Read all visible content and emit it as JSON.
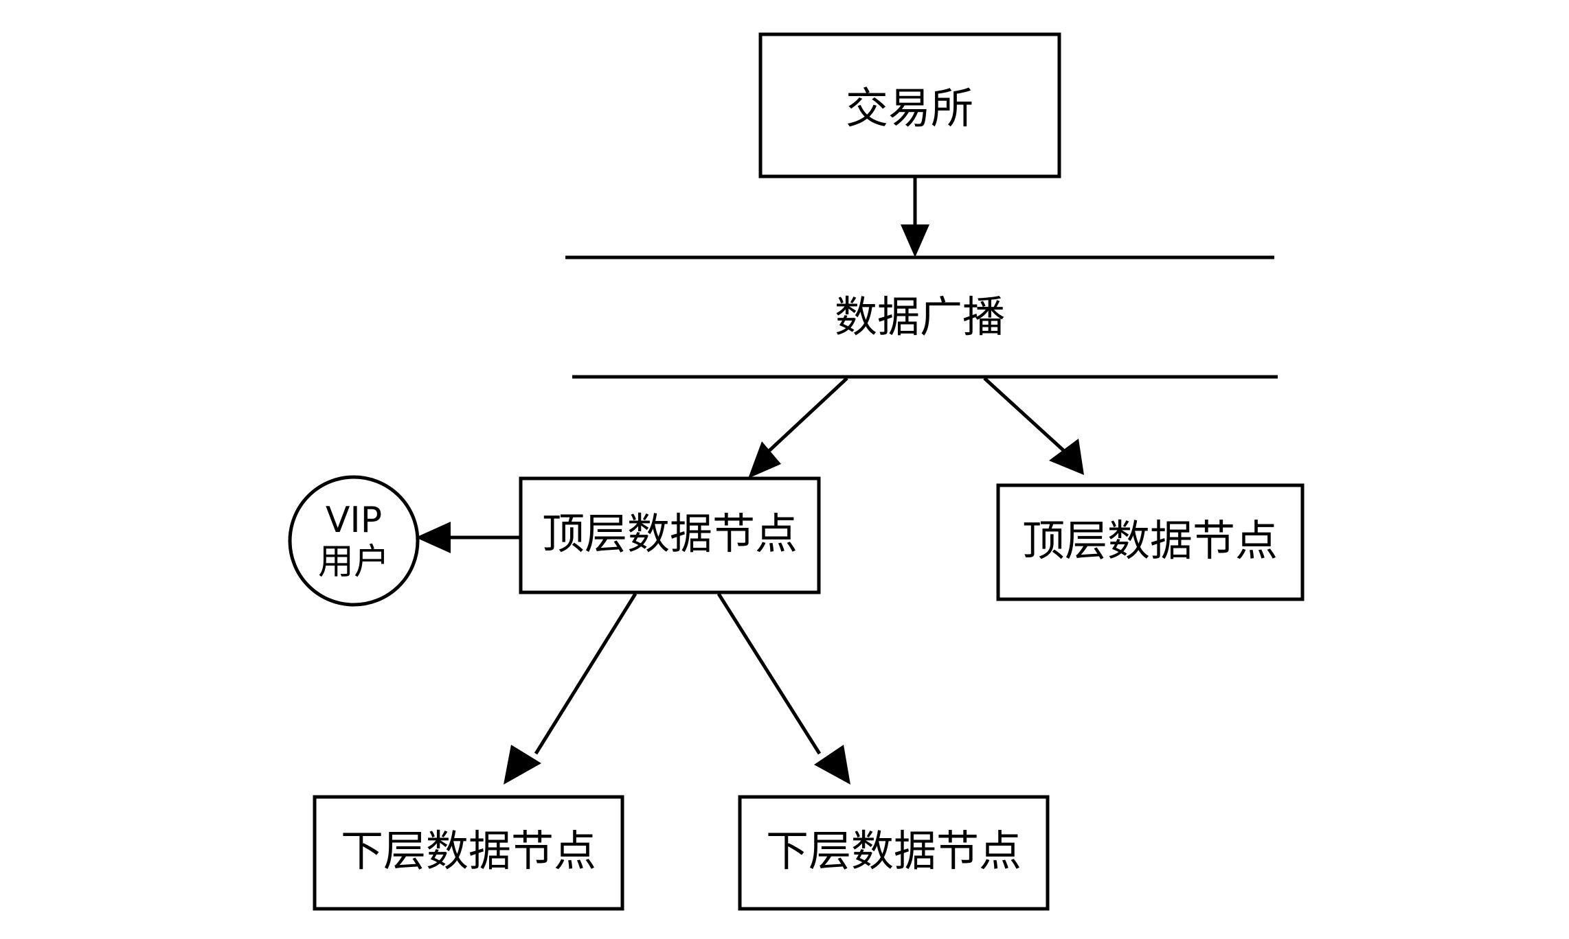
{
  "diagram": {
    "type": "flow-diagram",
    "background_color": "#ffffff",
    "stroke_color": "#000000",
    "nodes": {
      "exchange": {
        "label": "交易所",
        "shape": "rectangle"
      },
      "broadcast_bus": {
        "label": "数据广播",
        "shape": "bus-band"
      },
      "top_node_left": {
        "label": "顶层数据节点",
        "shape": "rectangle"
      },
      "top_node_right": {
        "label": "顶层数据节点",
        "shape": "rectangle"
      },
      "vip_user": {
        "label_line1": "VIP",
        "label_line2": "用户",
        "shape": "circle"
      },
      "lower_node_left": {
        "label": "下层数据节点",
        "shape": "rectangle"
      },
      "lower_node_right": {
        "label": "下层数据节点",
        "shape": "rectangle"
      }
    },
    "edges": [
      {
        "from": "exchange",
        "to": "broadcast_bus",
        "direction": "down",
        "arrow": true
      },
      {
        "from": "broadcast_bus",
        "to": "top_node_left",
        "direction": "down-left",
        "arrow": true
      },
      {
        "from": "broadcast_bus",
        "to": "top_node_right",
        "direction": "down-right",
        "arrow": true
      },
      {
        "from": "top_node_left",
        "to": "vip_user",
        "direction": "left",
        "arrow": true
      },
      {
        "from": "top_node_left",
        "to": "lower_node_left",
        "direction": "down-left",
        "arrow": true
      },
      {
        "from": "top_node_left",
        "to": "lower_node_right",
        "direction": "down-right",
        "arrow": true
      }
    ]
  }
}
